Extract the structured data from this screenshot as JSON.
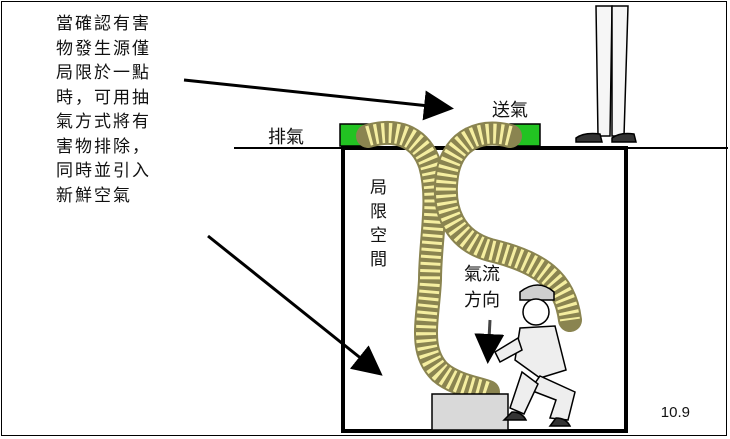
{
  "description_text": "當確認有害\n物發生源僅\n局限於一點\n時，可用抽\n氣方式將有\n害物排除，\n同時並引入\n新鮮空氣",
  "labels": {
    "exhaust": "排氣",
    "supply": "送氣",
    "confined_space": "局\n限\n空\n間",
    "airflow_line1": "氣流",
    "airflow_line2": "方向"
  },
  "figure_number": "10.9",
  "colors": {
    "fan_green": "#22c322",
    "hose_fill": "#f5eea0",
    "hose_stroke": "#8a8450",
    "outline": "#000000"
  }
}
